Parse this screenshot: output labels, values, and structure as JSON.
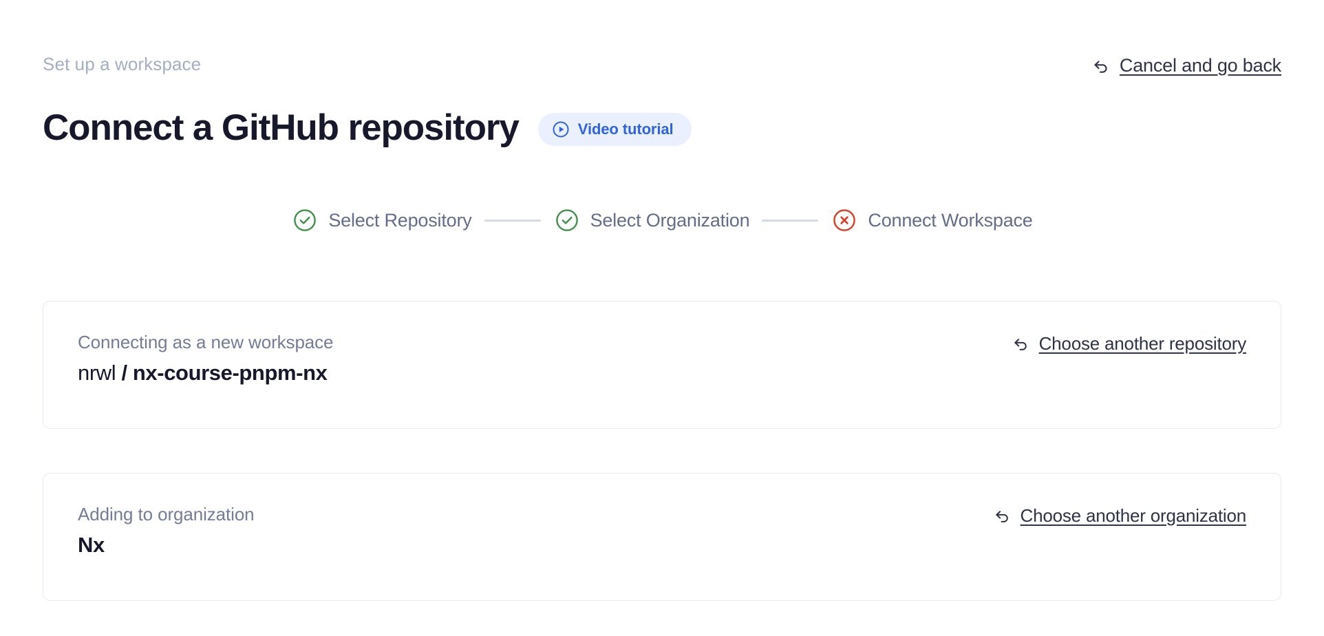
{
  "header": {
    "eyebrow": "Set up a workspace",
    "title": "Connect a GitHub repository",
    "video_tutorial_label": "Video tutorial",
    "video_icon": "play-circle-icon",
    "cancel_label": "Cancel and go back",
    "cancel_icon": "undo-arrow-icon"
  },
  "stepper": {
    "steps": [
      {
        "label": "Select Repository",
        "state": "complete",
        "icon": "check-circle-icon",
        "color": "#3f9148"
      },
      {
        "label": "Select Organization",
        "state": "complete",
        "icon": "check-circle-icon",
        "color": "#3f9148"
      },
      {
        "label": "Connect Workspace",
        "state": "error",
        "icon": "x-circle-icon",
        "color": "#d93b25"
      }
    ]
  },
  "cards": [
    {
      "caption": "Connecting as a new workspace",
      "owner": "nrwl",
      "separator": " / ",
      "repo": "nx-course-pnpm-nx",
      "link_label": "Choose another repository",
      "link_icon": "undo-arrow-icon"
    },
    {
      "caption": "Adding to organization",
      "value": "Nx",
      "link_label": "Choose another organization",
      "link_icon": "undo-arrow-icon"
    }
  ],
  "colors": {
    "title": "#17182c",
    "eyebrow": "#a5aec4",
    "accent_blue": "#2f63e0",
    "pill_bg": "#eaf0fd",
    "step_label": "#646c8c",
    "success_green": "#3f9148",
    "error_red": "#d93b25",
    "connector": "#d3d9e6",
    "card_border": "#e8eaf0"
  }
}
